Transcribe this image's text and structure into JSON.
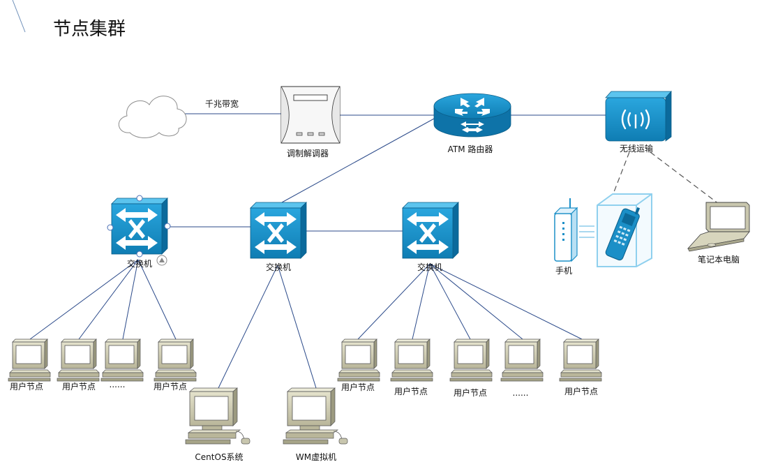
{
  "title": "节点集群",
  "nodes": {
    "cloud_link_label": "千兆带宽",
    "modem": "调制解调器",
    "router": "ATM 路由器",
    "wireless": "无线运输",
    "switch1": "交换机",
    "switch2": "交换机",
    "switch3": "交换机",
    "phone": "手机",
    "laptop": "笔记本电脑",
    "pc1": "用户节点",
    "pc2": "用户节点",
    "pc3": "......",
    "pc4": "用户节点",
    "centos": "CentOS系统",
    "vm": "WM虚拟机",
    "pc5": "用户节点",
    "pc6": "用户节点",
    "pc7": "用户节点",
    "pc8": "......",
    "pc9": "用户节点"
  },
  "colors": {
    "device_blue": "#1b8fc7",
    "device_dark": "#0c6a9a",
    "link": "#2b4a8a",
    "pc_beige": "#d6d3b8"
  }
}
